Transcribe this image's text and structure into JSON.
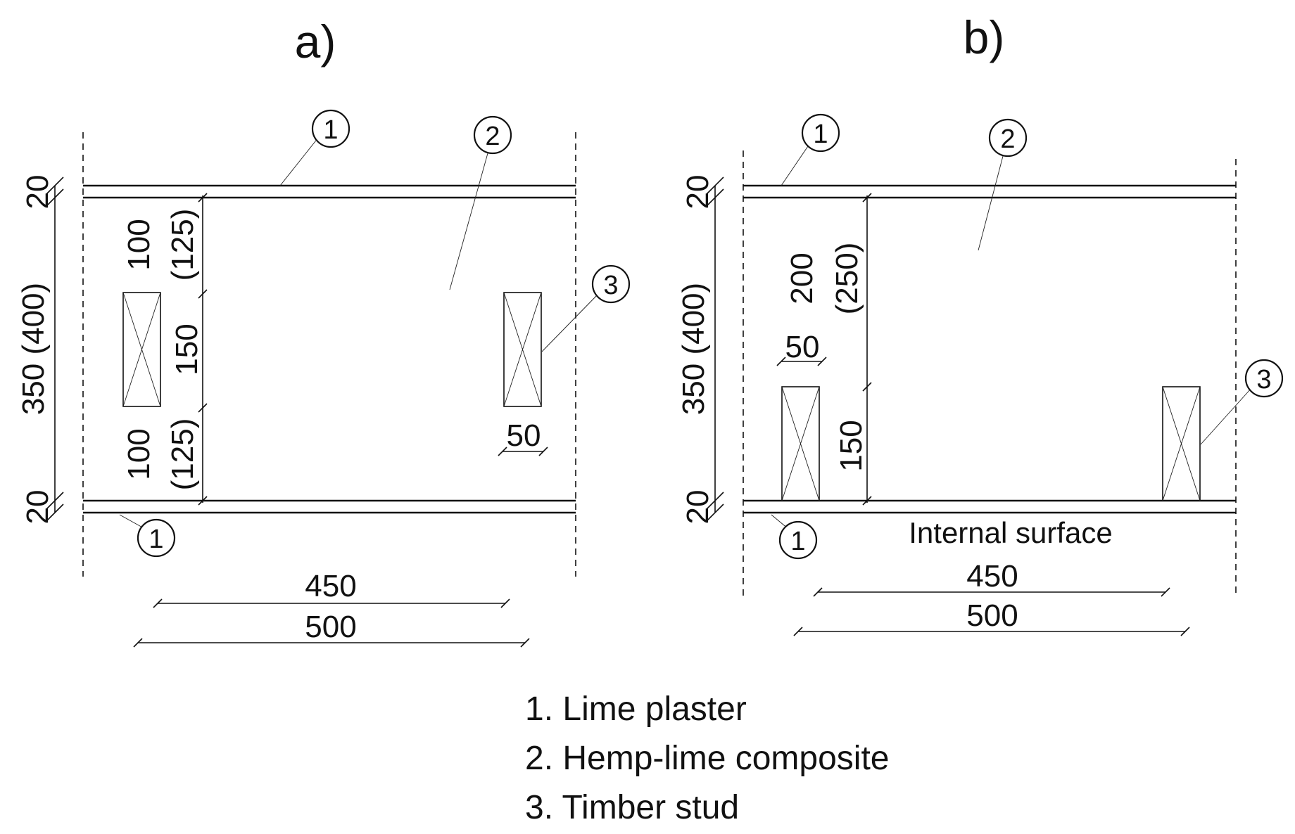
{
  "panels": [
    {
      "title": "a)",
      "dims": {
        "plaster": "20",
        "total": "350 (400)",
        "top": "100",
        "top_alt": "(125)",
        "middle": "150",
        "bottom": "100",
        "bottom_alt": "(125)",
        "stud_width": "50",
        "spacing": "450",
        "width": "500"
      },
      "tags": [
        "1",
        "2",
        "3"
      ]
    },
    {
      "title": "b)",
      "dims": {
        "plaster": "20",
        "total": "350 (400)",
        "top": "200",
        "top_alt": "(250)",
        "bottom": "150",
        "stud_width": "50",
        "spacing": "450",
        "width": "500"
      },
      "internal_label": "Internal surface",
      "tags": [
        "1",
        "2",
        "3"
      ]
    }
  ],
  "legend": [
    "1. Lime plaster",
    "2. Hemp-lime composite",
    "3. Timber stud"
  ]
}
